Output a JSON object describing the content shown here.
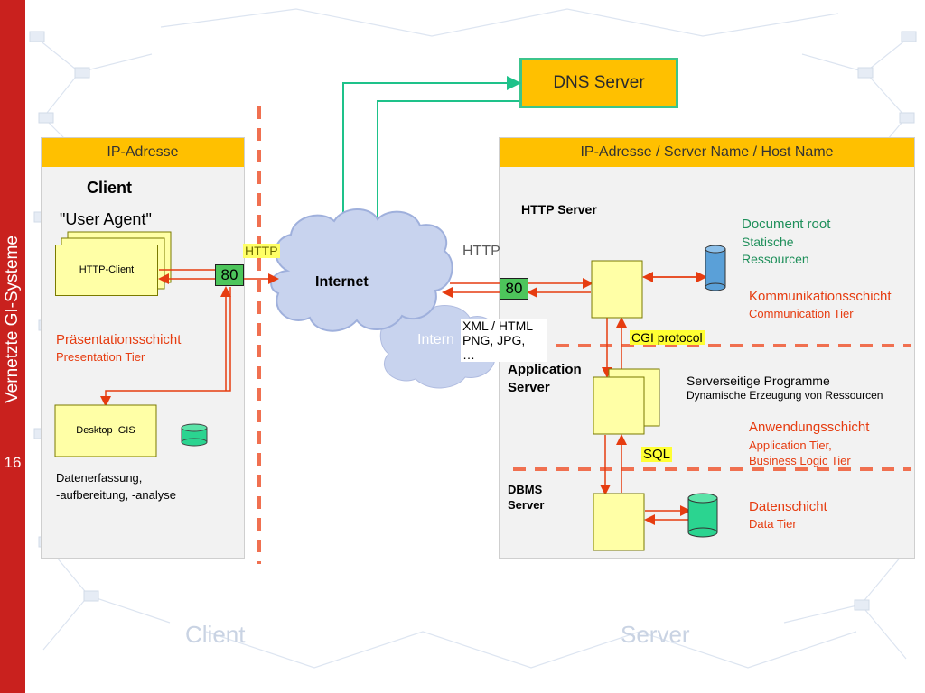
{
  "sidebar": {
    "title": "Vernetzte GI-Systeme",
    "page_number": "16"
  },
  "dns": {
    "label": "DNS Server"
  },
  "client_panel": {
    "header": "IP-Adresse",
    "title": "Client",
    "user_agent": "\"User Agent\"",
    "http_client": "HTTP-Client",
    "port": "80",
    "tier_de": "Präsentationsschicht",
    "tier_en": "Presentation Tier",
    "desktop_gis": "Desktop  GIS",
    "desc_line1": "Datenerfassung,",
    "desc_line2": "-aufbereitung, -analyse"
  },
  "internet": {
    "label": "Internet",
    "http_left": "HTTP",
    "http_right": "HTTP",
    "ghost_label": "Intern",
    "formats_line1": "XML / HTML",
    "formats_line2": "PNG, JPG,",
    "formats_line3": "…"
  },
  "server_panel": {
    "header": "IP-Adresse / Server Name / Host Name",
    "http_server": "HTTP Server",
    "port": "80",
    "doc_root": "Document root",
    "static_line1": "Statische",
    "static_line2": "Ressourcen",
    "comm_de": "Kommunikationsschicht",
    "comm_en": "Communication Tier",
    "cgi": "CGI protocol",
    "app_line1": "Application",
    "app_line2": "Server",
    "programs_line1": "Serverseitige Programme",
    "programs_line2": "Dynamische Erzeugung von Ressourcen",
    "app_tier_de": "Anwendungsschicht",
    "app_tier_en1": "Application Tier,",
    "app_tier_en2": "Business Logic Tier",
    "sql": "SQL",
    "dbms_line1": "DBMS",
    "dbms_line2": "Server",
    "data_de": "Datenschicht",
    "data_en": "Data Tier"
  },
  "footer": {
    "client": "Client",
    "server": "Server"
  },
  "colors": {
    "sidebar": "#c9211e",
    "header": "#ffc000",
    "box": "#ffffa6",
    "port_tag": "#4dc55b",
    "arrow_red": "#e63c10",
    "arrow_green": "#1ec28a",
    "divider": "#f07050",
    "cylinder_blue": "#5aa0d8",
    "cylinder_green": "#2bd490"
  }
}
